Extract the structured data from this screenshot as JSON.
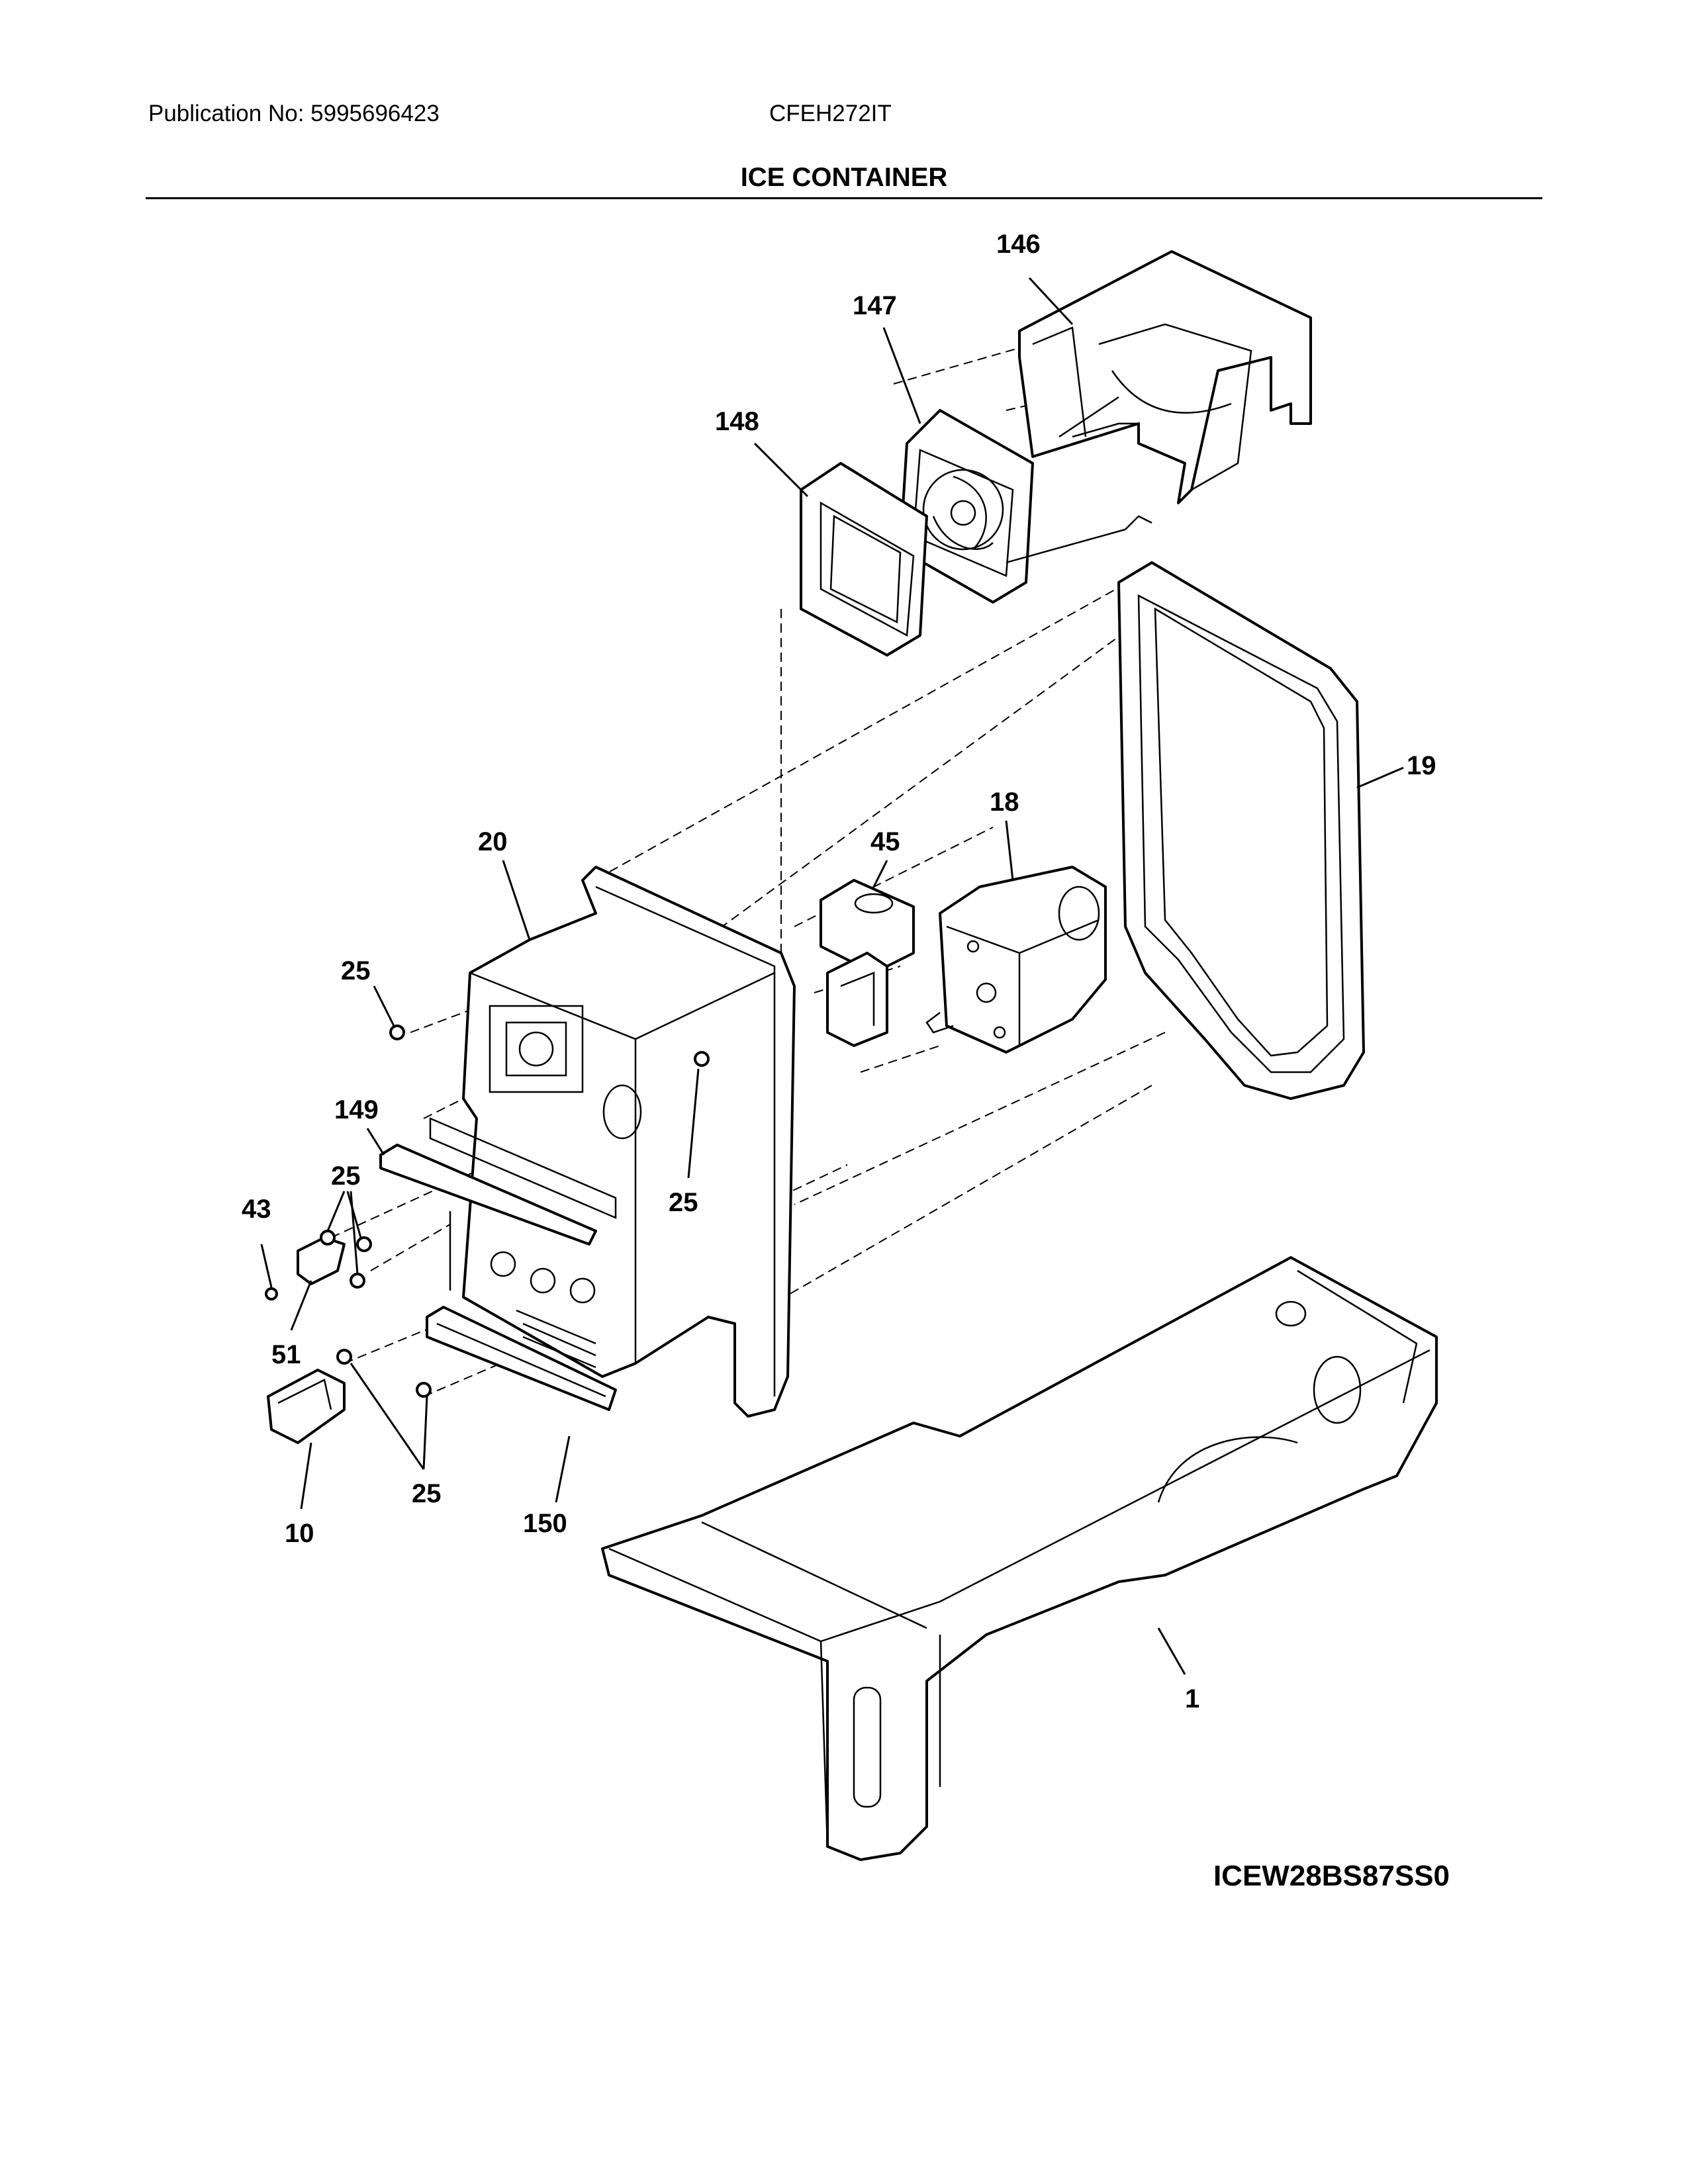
{
  "header": {
    "publication": "Publication No: 5995696423",
    "model": "CFEH272IT",
    "title": "ICE CONTAINER"
  },
  "drawing_code": "ICEW28BS87SS0",
  "labels": {
    "l146": "146",
    "l147": "147",
    "l148": "148",
    "l19": "19",
    "l18": "18",
    "l45": "45",
    "l20": "20",
    "l25a": "25",
    "l149": "149",
    "l25b": "25",
    "l25c": "25",
    "l43": "43",
    "l51": "51",
    "l25d": "25",
    "l150": "150",
    "l10": "10",
    "l1": "1"
  }
}
